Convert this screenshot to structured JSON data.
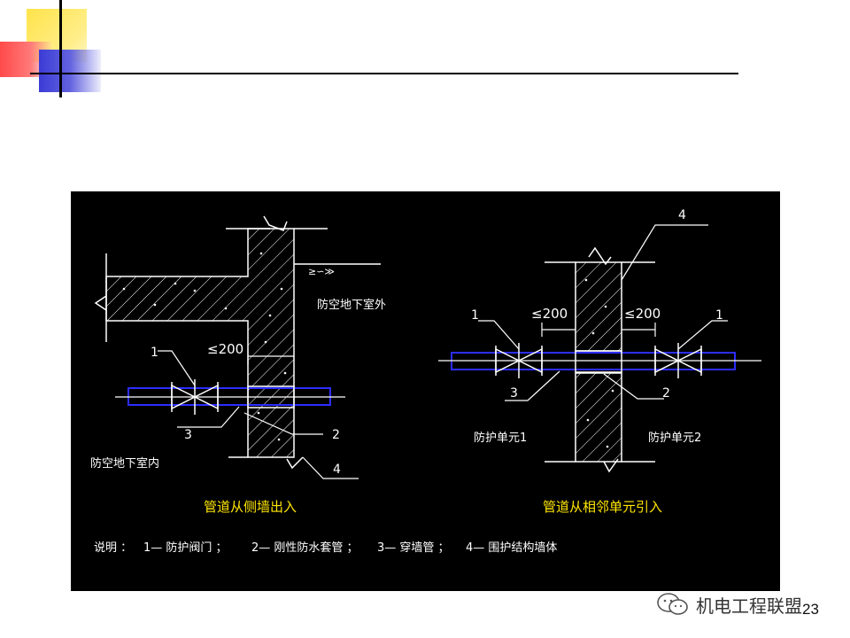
{
  "left": {
    "title": "管道从侧墙出入",
    "outside_label": "防空地下室外",
    "inside_label": "防空地下室内",
    "dim": "≤200",
    "callouts": [
      "1",
      "2",
      "3",
      "4"
    ]
  },
  "right": {
    "title": "管道从相邻单元引入",
    "unit1": "防护单元1",
    "unit2": "防护单元2",
    "dim_left": "≤200",
    "dim_right": "≤200",
    "callouts": [
      "1",
      "1",
      "2",
      "3",
      "4"
    ]
  },
  "legend": {
    "prefix": "说明 ：",
    "items": [
      "1— 防护阀门 ；",
      "2— 刚性防水套管 ；",
      "3— 穿墙管 ；",
      "4— 围护结构墙体"
    ]
  },
  "watermark": "机电工程联盟",
  "page_number": "23",
  "colors": {
    "panel": "#000000",
    "lines": "#ffffff",
    "pipe": "#2d2dff",
    "title": "#ffe600"
  }
}
